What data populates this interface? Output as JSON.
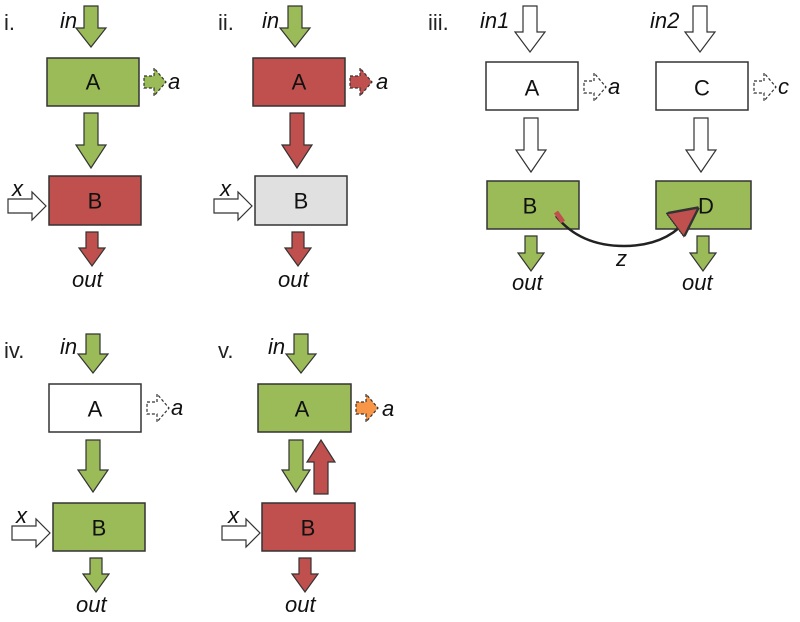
{
  "colors": {
    "green": "#9bbb59",
    "red": "#c0504d",
    "grey": "#e0e0e0",
    "orange": "#f79646",
    "white": "#ffffff",
    "link": "#222222"
  },
  "panels": {
    "i": {
      "label": "i.",
      "in_label": "in",
      "out_label": "out",
      "x_label": "x",
      "a_label": "a",
      "box_a": "A",
      "box_b": "B"
    },
    "ii": {
      "label": "ii.",
      "in_label": "in",
      "out_label": "out",
      "x_label": "x",
      "a_label": "a",
      "box_a": "A",
      "box_b": "B"
    },
    "iii": {
      "label": "iii.",
      "in1_label": "in1",
      "in2_label": "in2",
      "a_label": "a",
      "c_label": "c",
      "z_label": "z",
      "out_left": "out",
      "out_right": "out",
      "box_a": "A",
      "box_b": "B",
      "box_c": "C",
      "box_d": "D"
    },
    "iv": {
      "label": "iv.",
      "in_label": "in",
      "out_label": "out",
      "x_label": "x",
      "a_label": "a",
      "box_a": "A",
      "box_b": "B"
    },
    "v": {
      "label": "v.",
      "in_label": "in",
      "out_label": "out",
      "x_label": "x",
      "a_label": "a",
      "box_a": "A",
      "box_b": "B"
    }
  }
}
